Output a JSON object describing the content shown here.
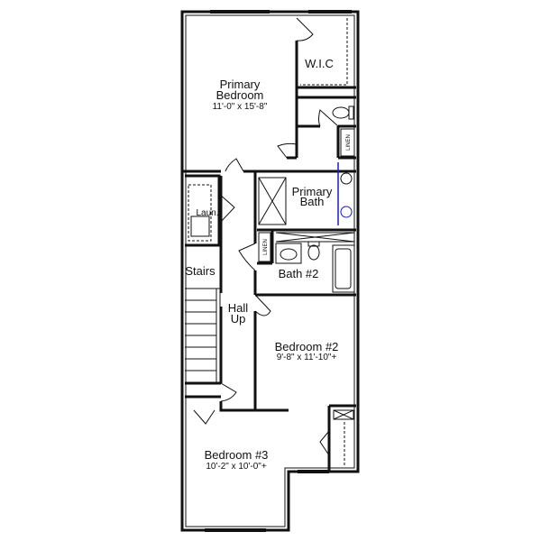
{
  "rooms": {
    "primary_bedroom": {
      "name_line1": "Primary",
      "name_line2": "Bedroom",
      "size": "11'-0\" x 15'-8\""
    },
    "wic": {
      "name": "W.I.C"
    },
    "primary_bath": {
      "name_line1": "Primary",
      "name_line2": "Bath"
    },
    "laundry": {
      "name": "Laun."
    },
    "stairs": {
      "name": "Stairs"
    },
    "hall": {
      "name_line1": "Hall",
      "name_line2": "Up"
    },
    "bath2": {
      "name": "Bath #2"
    },
    "bedroom2": {
      "name": "Bedroom #2",
      "size": "9'-8\" x 11'-10\"+"
    },
    "bedroom3": {
      "name": "Bedroom #3",
      "size": "10'-2\" x 10'-0\"+"
    },
    "linen1": {
      "name": "LINEN"
    },
    "linen2": {
      "name": "LINEN"
    }
  },
  "colors": {
    "wall": "#111111",
    "sink_highlight": "#1a1acc"
  }
}
